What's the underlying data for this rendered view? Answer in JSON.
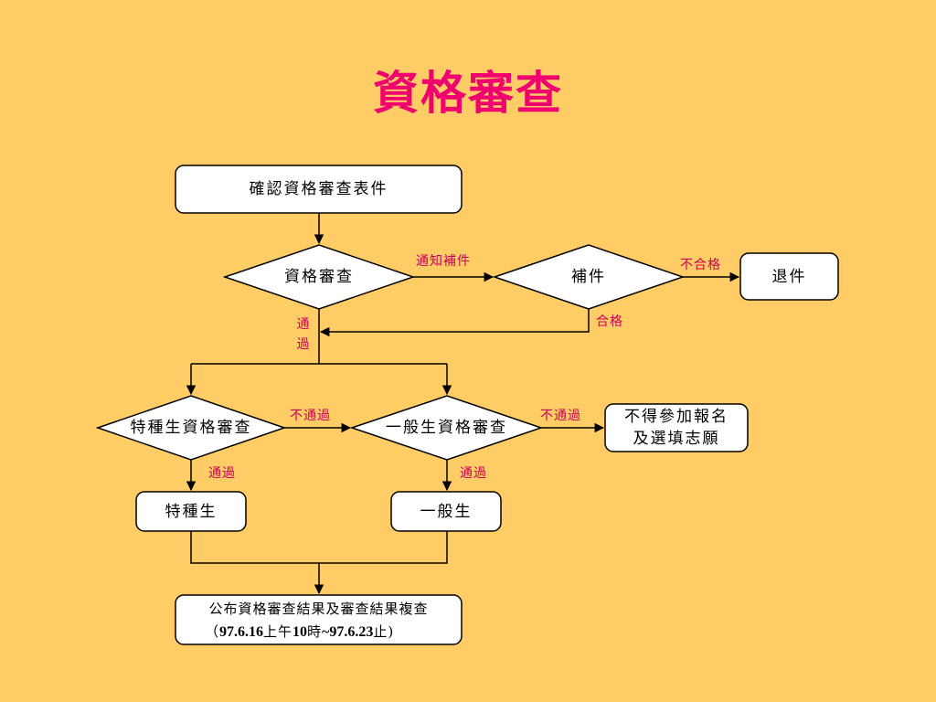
{
  "title": "資格審查",
  "nodes": {
    "confirm_form": "確認資格審查表件",
    "qualification_review": "資格審查",
    "supplement": "補件",
    "return_docs": "退件",
    "special_review": "特種生資格審查",
    "general_review": "一般生資格審查",
    "not_eligible_line1": "不得參加報名",
    "not_eligible_line2": "及選填志願",
    "special_student": "特種生",
    "general_student": "一般生",
    "announce_line1": "公布資格審查結果及審查結果複查",
    "announce_open": "（",
    "announce_date_start": "97.6.16",
    "announce_am": "上午",
    "announce_hour": "10",
    "announce_time_unit": "時",
    "announce_date_end": "~97.6.23",
    "announce_end": "止)"
  },
  "edge_labels": {
    "notify_supplement": "通知補件",
    "fail_supplement": "不合格",
    "pass_supplement": "合格",
    "pass_main": "通過",
    "special_fail": "不通過",
    "general_fail": "不通過",
    "special_pass": "通過",
    "general_pass": "通過"
  }
}
